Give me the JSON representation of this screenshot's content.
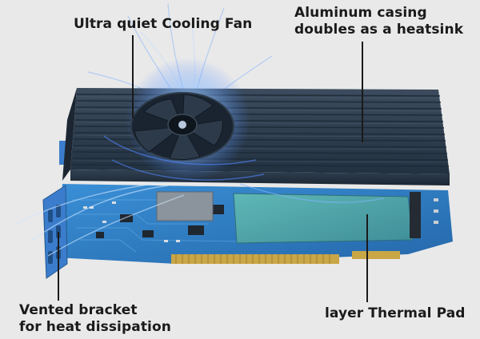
{
  "callouts": {
    "fan": "Ultra quiet Cooling Fan",
    "casing_line1": "Aluminum casing",
    "casing_line2": "doubles as a heatsink",
    "bracket_line1": "Vented bracket",
    "bracket_line2": "for heat dissipation",
    "pad": "layer Thermal Pad"
  },
  "colors": {
    "background": "#e9e9e9",
    "heatsink": "#2b3a4a",
    "pcb": "#2e7fc7",
    "thermal_pad": "#4fa5a8",
    "gold_contacts": "#c9a646",
    "airflow": "#6fb8ff"
  }
}
